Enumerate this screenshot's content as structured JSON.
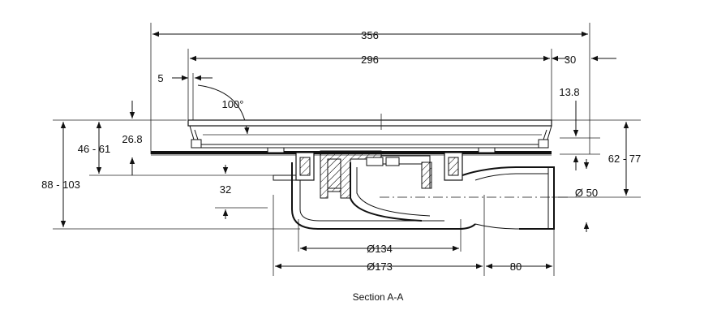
{
  "drawing": {
    "caption": "Section A-A",
    "dimensions": {
      "overall_width": "356",
      "inner_width": "296",
      "right_offset": "30",
      "left_offset": "5",
      "angle": "100°",
      "rim_height": "13.8",
      "installed_height_inner": "26.8",
      "height_range_small": "46 - 61",
      "height_range_total": "88 - 103",
      "outlet_height_range": "62 - 77",
      "trap_depth": "32",
      "outlet_diameter": "Ø 50",
      "body_inner_diameter": "Ø134",
      "body_outer_diameter": "Ø173",
      "outlet_length": "80"
    }
  }
}
